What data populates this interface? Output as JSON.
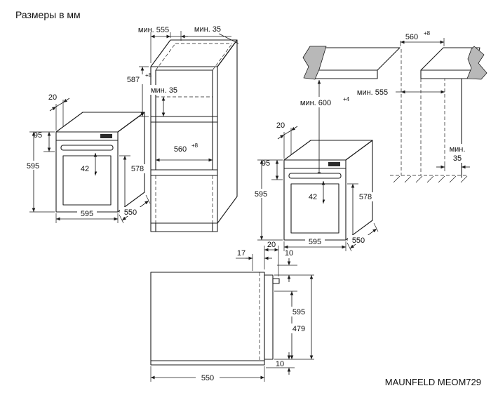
{
  "title": "Размеры в мм",
  "model": "MAUNFELD MEOM729",
  "tall_cabinet": {
    "depth_min": "мин. 555",
    "rear_gap_min": "мин. 35",
    "niche_height": "587",
    "niche_height_tol": "+8",
    "vent_gap_min": "мин. 35",
    "niche_width": "560",
    "niche_width_tol": "+8"
  },
  "oven": {
    "front_offset": "20",
    "panel_height": "95",
    "height": "595",
    "handle_inset": "42",
    "body_height": "578",
    "width": "595",
    "depth": "550"
  },
  "base_cabinet": {
    "niche_width": "560",
    "niche_width_tol": "+8",
    "height_min": "мин. 600",
    "height_tol": "+4",
    "depth_min": "мин. 555",
    "rear_gap_line1": "мин.",
    "rear_gap_line2": "35"
  },
  "side_view": {
    "handle_depth": "20",
    "door_depth": "17",
    "top_gap": "10",
    "front_height": "595",
    "inner_height": "479",
    "bottom_gap": "10",
    "depth": "550"
  }
}
